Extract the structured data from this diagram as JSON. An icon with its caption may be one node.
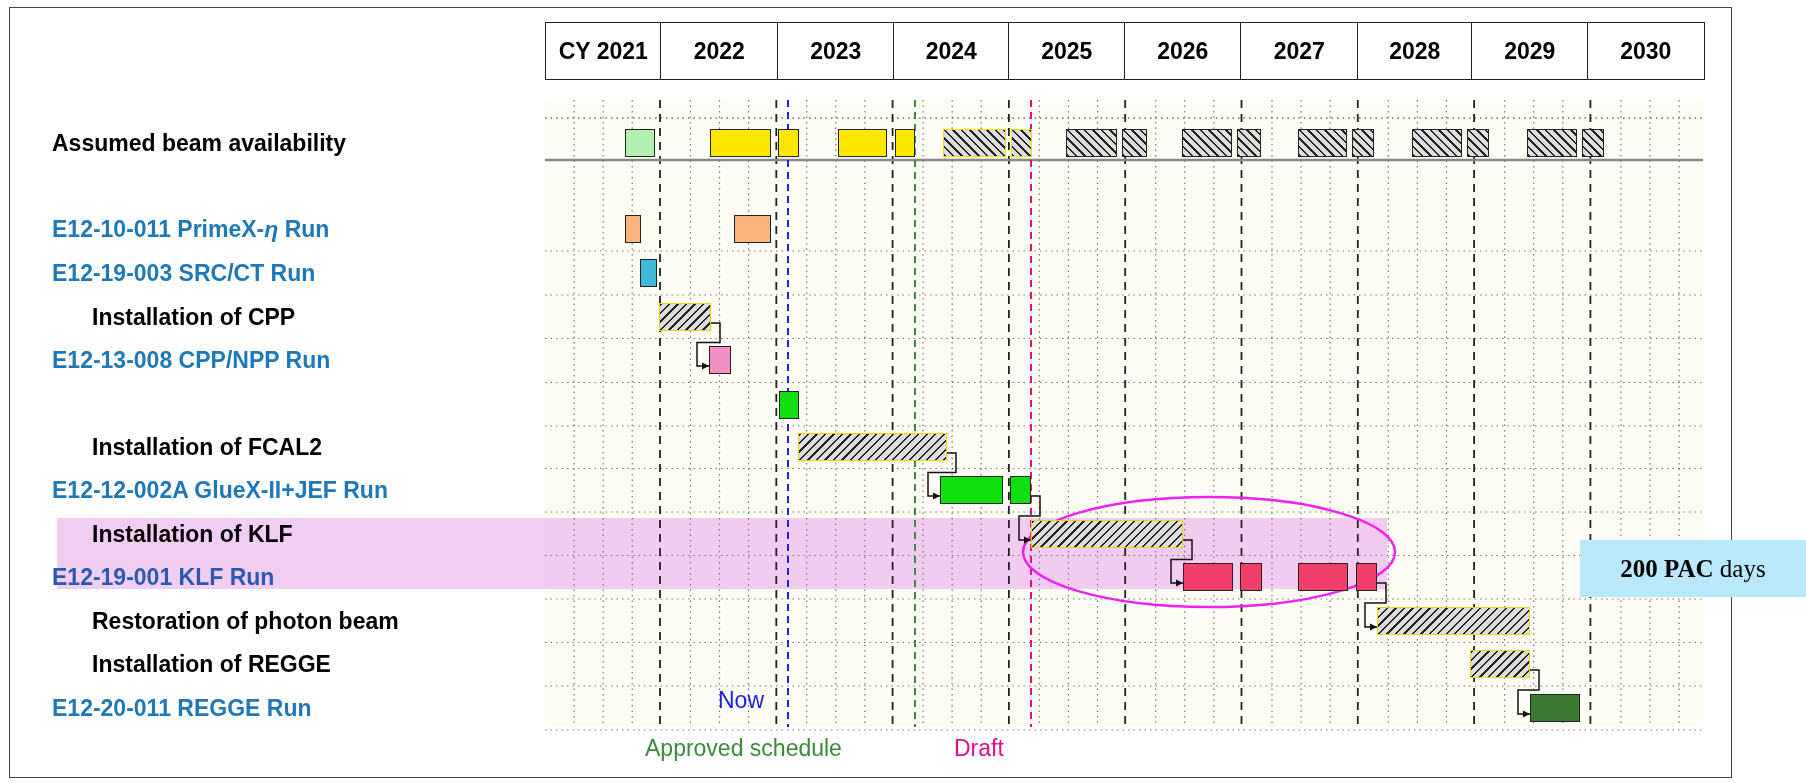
{
  "diagram": {
    "nodes": [
      {
        "text": [],
        "shape": "bar"
      },
      {
        "text": [],
        "shape": "bar"
      },
      {
        "text": [],
        "shape": "bar"
      },
      {
        "text": [],
        "shape": "bar"
      },
      {
        "text": [],
        "shape": "bar"
      },
      {
        "text": [],
        "shape": "bar"
      },
      {
        "text": [],
        "shape": "bar"
      },
      {
        "text": [],
        "shape": "bar"
      },
      {
        "text": [],
        "shape": "bar"
      },
      {
        "text": [],
        "shape": "bar"
      },
      {
        "text": [],
        "shape": "bar"
      },
      {
        "text": [],
        "shape": "bar"
      },
      {
        "text": [],
        "shape": "bar"
      },
      {
        "text": [],
        "shape": "bar"
      },
      {
        "text": [],
        "shape": "bar"
      },
      {
        "text": [],
        "shape": "bar"
      },
      {
        "text": [],
        "shape": "bar"
      },
      {
        "text": [
          "**200** **PAC** days"
        ]
      }
    ],
    "edges": [
      {
        "from": 3,
        "to": 4,
        "arrow": "to"
      },
      {
        "from": 6,
        "to": 7,
        "arrow": "to"
      },
      {
        "from": 8,
        "to": 9,
        "arrow": "to"
      },
      {
        "from": 9,
        "to": 10,
        "arrow": "to"
      },
      {
        "from": 13,
        "to": 14,
        "arrow": "to"
      },
      {
        "from": 15,
        "to": 16,
        "arrow": "to"
      }
    ],
    "labels": [
      "CY 2021",
      "2022",
      "2023",
      "2024",
      "2025",
      "2026",
      "2027",
      "2028",
      "2029",
      "2030",
      "Assumed beam availability",
      "E12-10-011 PrimeX-*η* Run",
      "E12-19-003 SRC/CT Run",
      "Installation of CPP",
      "E12-13-008 CPP/NPP Run",
      "Installation of FCAL2",
      "E12-12-002A GlueX-II+JEF Run",
      "Installation of KLF",
      "E12-19-001 KLF Run",
      "Restoration of photon beam",
      "Installation of REGGE",
      "E12-20-011 REGGE Run",
      "Now",
      "Approved schedule",
      "Draft"
    ]
  }
}
